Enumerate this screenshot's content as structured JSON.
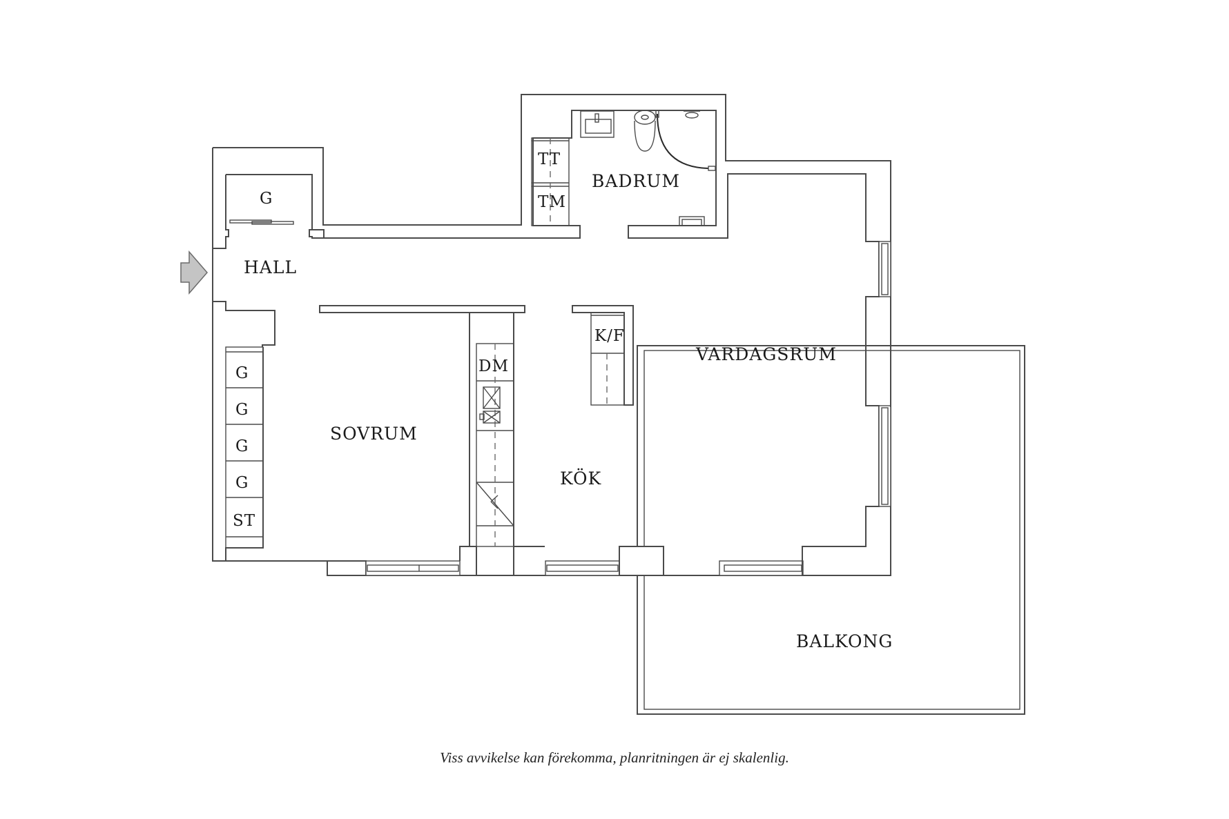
{
  "plan": {
    "rooms": {
      "hall": "HALL",
      "badrum": "BADRUM",
      "sovrum": "SOVRUM",
      "kok": "KÖK",
      "vardagsrum": "VARDAGSRUM",
      "balkong": "BALKONG"
    },
    "fixtures": {
      "hall_wardrobe": "G",
      "tt": "TT",
      "tm": "TM",
      "dm": "DM",
      "kf": "K/F",
      "wardrobes": [
        "G",
        "G",
        "G",
        "G"
      ],
      "st": "ST"
    },
    "icons": {
      "entrance": "entrance-arrow-icon",
      "sink": "sink-icon",
      "toilet": "toilet-icon",
      "shower": "shower-icon",
      "stove": "stove-icon",
      "kitchen_sink": "kitchen-sink-icon"
    },
    "colors": {
      "wall_stroke": "#4a4a4a",
      "entrance_arrow": "#c4c4c4",
      "background": "#ffffff"
    }
  },
  "footer": {
    "disclaimer": "Viss avvikelse kan förekomma, planritningen är ej skalenlig."
  }
}
